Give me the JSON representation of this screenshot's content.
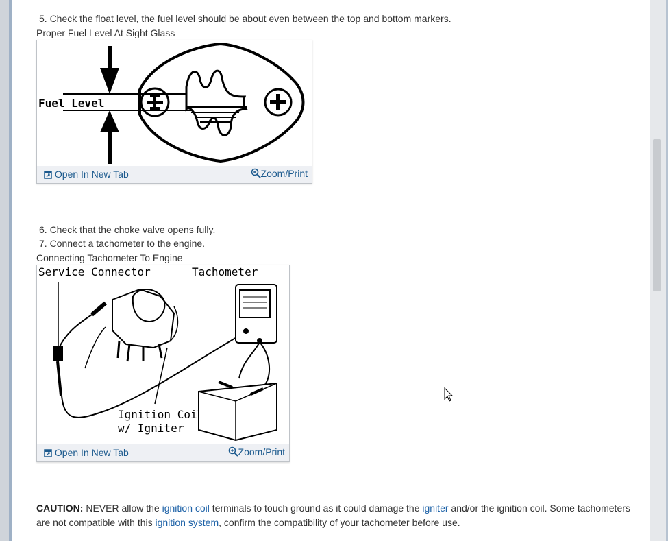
{
  "steps": {
    "s5": "5. Check the float level, the fuel level should be about even between the top and bottom markers.",
    "s6": "6. Check that the choke valve opens fully.",
    "s7": "7. Connect a tachometer to the engine."
  },
  "figure1": {
    "caption": "Proper Fuel Level At Sight Glass",
    "label_fuel": "Fuel Level",
    "open_tab": "Open In New Tab",
    "zoom": "Zoom/Print"
  },
  "figure2": {
    "caption": "Connecting Tachometer To Engine",
    "label_service": "Service Connector",
    "label_tach": "Tachometer",
    "label_coil1": "Ignition Coil",
    "label_coil2": "w/ Igniter",
    "open_tab": "Open In New Tab",
    "zoom": "Zoom/Print"
  },
  "caution": {
    "label": "CAUTION:",
    "t1": " NEVER allow the ",
    "l1": "ignition coil",
    "t2": " terminals to touch ground as it could damage the ",
    "l2": "igniter",
    "t3": " and/or the ignition coil. Some tachometers are not compatible with this ",
    "l3": "ignition system",
    "t4": ", confirm the compatibility of your tachometer before use."
  },
  "colors": {
    "link": "#1f63a8",
    "toolbar_bg": "#eef0f4"
  }
}
